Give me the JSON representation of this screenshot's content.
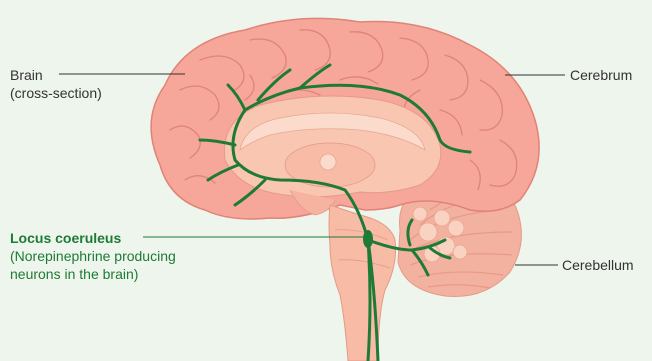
{
  "labels": {
    "brain_line1": "Brain",
    "brain_line2": "(cross-section)",
    "cerebrum": "Cerebrum",
    "locus_title": "Locus coeruleus",
    "locus_desc_line1": "(Norepinephrine producing",
    "locus_desc_line2": "neurons in the brain)",
    "cerebellum": "Cerebellum"
  },
  "colors": {
    "background": "#eef5ec",
    "cortex": "#f6a79a",
    "cortex_fold": "#e08377",
    "inner_tissue": "#f9c6b2",
    "neuron_pathway": "#1e7a36",
    "leader_line": "#333333"
  }
}
